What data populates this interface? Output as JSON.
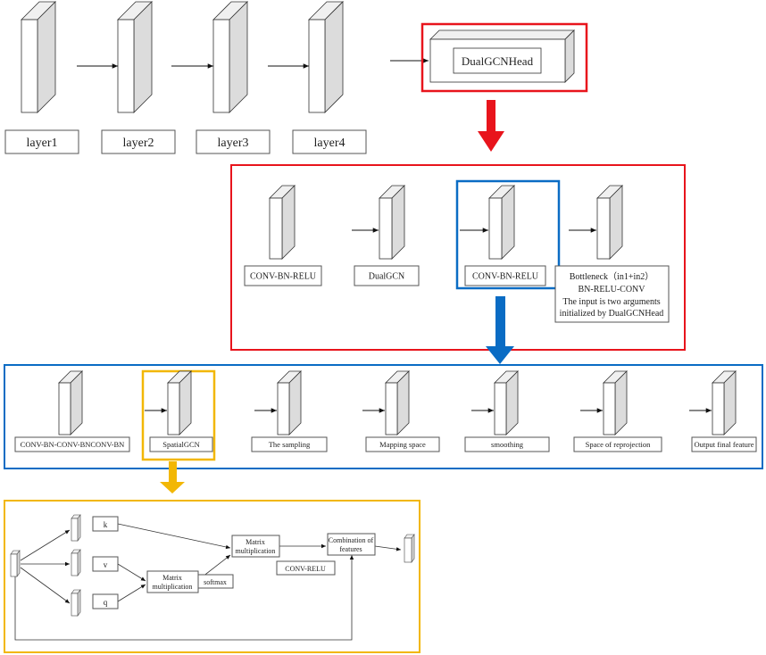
{
  "colors": {
    "red": "#e8141c",
    "blue": "#0a6cc4",
    "yellow": "#f2b705",
    "block_face": "#ffffff",
    "block_side": "#dcdcdc",
    "block_top": "#f0f0f0",
    "line": "#111111"
  },
  "backbone": {
    "labels": [
      "layer1",
      "layer2",
      "layer3",
      "layer4"
    ],
    "head_label": "DualGCNHead"
  },
  "head_detail": {
    "labels": [
      "CONV-BN-RELU",
      "DualGCN",
      "CONV-BN-RELU"
    ],
    "bottleneck_lines": [
      "Bottleneck（in1+in2）",
      "BN-RELU-CONV",
      "The input is two arguments",
      "initialized by DualGCNHead"
    ]
  },
  "dualgcn_detail": {
    "labels": [
      "CONV-BN-CONV-BNCONV-BN",
      "SpatialGCN",
      "The sampling",
      "Mapping space",
      "smoothing",
      "Space of reprojection",
      "Output final feature"
    ]
  },
  "spatialgcn_detail": {
    "k": "k",
    "v": "v",
    "q": "q",
    "matmul1": [
      "Matrix",
      "multiplication"
    ],
    "softmax": "softmax",
    "matmul2": [
      "Matrix",
      "multiplication"
    ],
    "conv_relu": "CONV-RELU",
    "combine": [
      "Combination of",
      "features"
    ]
  }
}
